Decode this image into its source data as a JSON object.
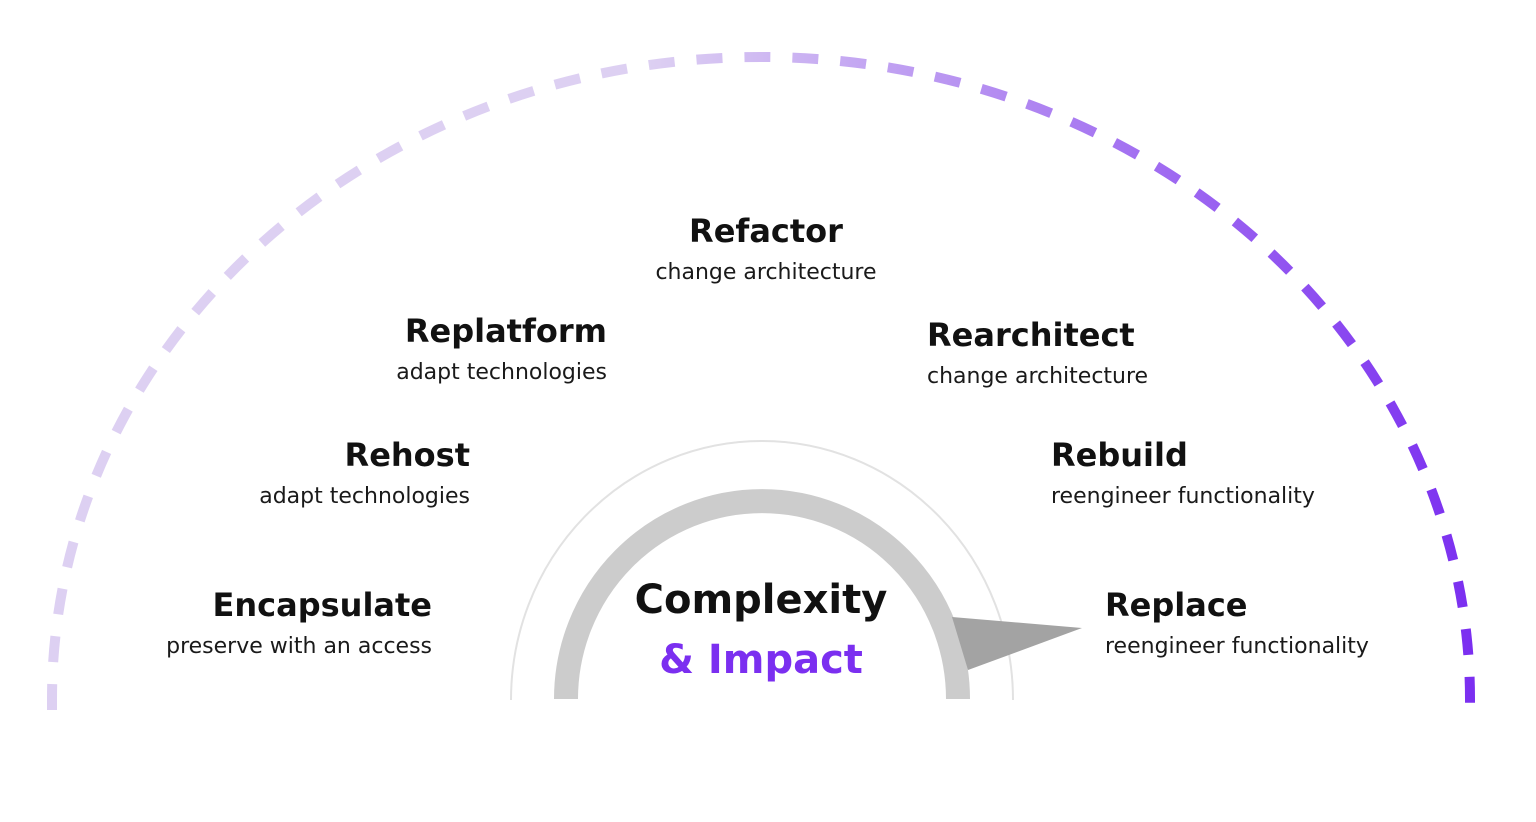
{
  "center": {
    "title": "Complexity",
    "subtitle": "& Impact"
  },
  "stages": {
    "encapsulate": {
      "title": "Encapsulate",
      "desc": "preserve with an access"
    },
    "rehost": {
      "title": "Rehost",
      "desc": "adapt technologies"
    },
    "replatform": {
      "title": "Replatform",
      "desc": "adapt technologies"
    },
    "refactor": {
      "title": "Refactor",
      "desc": "change architecture"
    },
    "rearchitect": {
      "title": "Rearchitect",
      "desc": "change architecture"
    },
    "rebuild": {
      "title": "Rebuild",
      "desc": "reengineer functionality"
    },
    "replace": {
      "title": "Replace",
      "desc": "reengineer functionality"
    }
  },
  "colors": {
    "accent": "#7b2ff0",
    "arc_light": "#ddd0f2",
    "arc_dark": "#7b2ff0",
    "gauge": "#cccccc",
    "outline": "#e2e2e2",
    "pointer": "#a3a3a3",
    "text": "#111111"
  }
}
